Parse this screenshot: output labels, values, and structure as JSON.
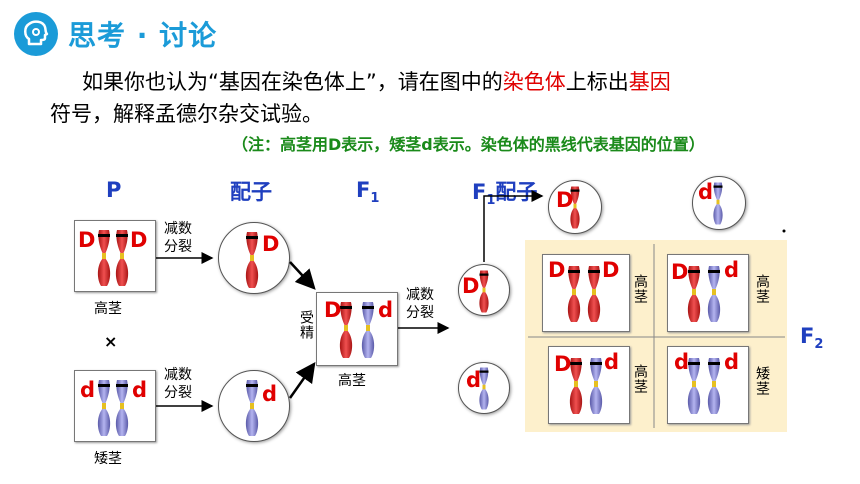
{
  "header": {
    "title": "思考 · 讨论",
    "icon": "head-thinking-icon"
  },
  "question": {
    "line1_a": "如果你也认为“基因在染色体上”，请在图中的",
    "line1_red1": "染色体",
    "line1_b": "上标出",
    "line1_red2": "基因",
    "line2": "符号，解释孟德尔杂交试验。"
  },
  "note": "（注：高茎用D表示，矮茎d表示。染色体的黑线代表基因的位置）",
  "labels": {
    "p": "P",
    "gamete": "配子",
    "f1": "F",
    "f1_sub": "1",
    "f1_gamete_f": "F",
    "f1_gamete_sub": "1",
    "f1_gamete_word": "配子",
    "f2": "F",
    "f2_sub": "2",
    "cross": "×",
    "meiosis_1": "减数\n分裂",
    "meiosis_2": "减数\n分裂",
    "meiosis_3": "减数\n分裂",
    "fertilization": "受精",
    "tall": "高茎",
    "short": "矮茎",
    "f1_tall": "高茎",
    "f2_tall_1": "高茎",
    "f2_tall_2": "高茎",
    "f2_tall_3": "高茎",
    "f2_short": "矮茎"
  },
  "alleles": {
    "p_tall_left": "D",
    "p_tall_right": "D",
    "p_short_left": "d",
    "p_short_right": "d",
    "gamete_tall": "D",
    "gamete_short": "d",
    "f1_left": "D",
    "f1_right": "d",
    "f1_gam_top": "D",
    "f1_gam_top2": "d",
    "f1_gam_left_top": "D",
    "f1_gam_left_bottom": "d",
    "f2_a_left": "D",
    "f2_a_right": "D",
    "f2_b_left": "D",
    "f2_b_right": "d",
    "f2_c_left": "D",
    "f2_c_right": "d",
    "f2_d_left": "d",
    "f2_d_right": "d"
  },
  "colors": {
    "accent": "#1b9bd8",
    "red": "#e00000",
    "green": "#1a8a1a",
    "blue": "#1f3fbf"
  }
}
